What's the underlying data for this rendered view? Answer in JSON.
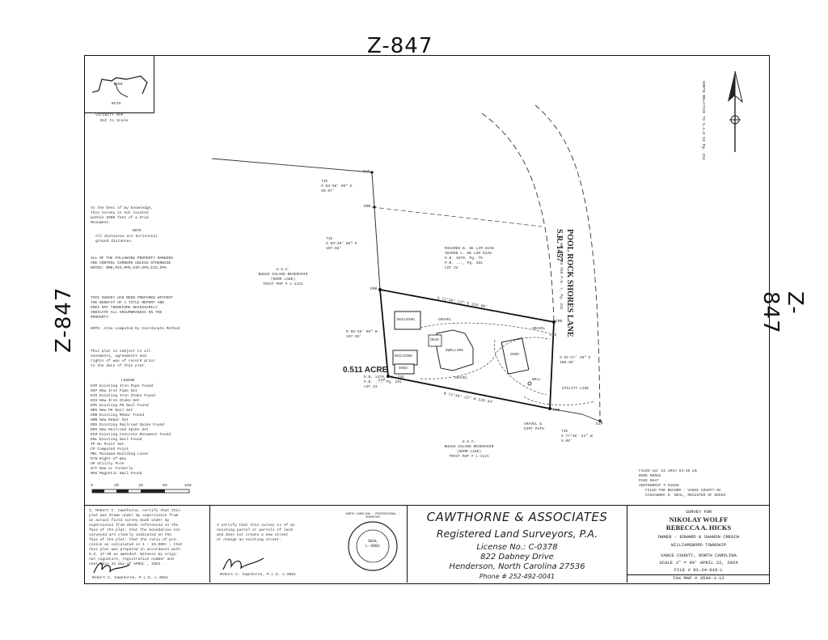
{
  "page_labels": {
    "top": "Z-847",
    "left": "Z-847",
    "right": "Z-847"
  },
  "vicinity": {
    "title": "VICINITY MAP",
    "scale": "Not to Scale",
    "place1": "1560",
    "place2": "BATH"
  },
  "north": {
    "label": "NORTH RELATIVE TO N.A.D 83 Pg. 291"
  },
  "notes": {
    "grid": "To the best of my knowledge,\nthis survey is not located\nwithin 2000 feet of a Grid\nMonument.",
    "note_title": "NOTE",
    "note_body": "All distances are horizontal\nground distances.",
    "markers": "ALL OF THE FOLLOWING PROPERTY MARKERS\nARE CONTROL CORNERS UNLESS OTHERWISE\nNOTED: NRB,MIS,MPK,EIP,EPS,EIS,EPK.",
    "title_report": "THIS SURVEY HAS BEEN PREPARED WITHOUT\nTHE BENEFIT OF A TITLE REPORT AND\nDOES NOT THEREFORE NECESSARILY\nINDICATE ALL ENCUMBRANCES ON THE\nPROPERTY.",
    "area": "NOTE: Area computed by Coordinate Method",
    "subject": "This plat is subject to all\neasements, agreements and\nrights of way of record prior\nto the date of this plat."
  },
  "legend": {
    "title": "LEGEND",
    "items": [
      "EIP  Existing Iron Pipe Found",
      "NIP  New Iron Pipe Set",
      "EIS  Existing Iron Stake Found",
      "NIS  New Iron Stake Set",
      "EPK  Existing PK Nail Found",
      "NPK  New PK Nail Set",
      "ERB  Existing Rebar Found",
      "NRB  New Rebar Set",
      "ERS  Existing Railroad Spike Found",
      "NRS  New Railroad Spike Set",
      "ECM  Existing Concrete Monument Found",
      "ENL  Existing Nail Found",
      "TP   No Point Set",
      "CP   Computed Point",
      "MBL  Minimum Building Lines",
      "R/W  Right-of-Way",
      "UP   Utility Pole",
      "N/F  Now or Formerly",
      "MAG  Magnetic Nail Found"
    ]
  },
  "scale_bar": {
    "ticks": [
      "0",
      "20",
      "40",
      "80",
      "160"
    ]
  },
  "plat": {
    "tie_top": "TIE\nS 03°38' 00\" E\n40.97'",
    "tie_mid": "TIE\nS 03°38' 00\" E\n107.66'",
    "usa_top": "U.S.A.\nBUGGS ISLAND RESERVOIR\n(KERR LAKE)\nTRACT MAP # L-1121",
    "neighbor": "RICARDO B. DE LIM GIAN\nSHARON L. DE LIM GIAN\nD.B. 1070, Pg. 75\nP.B. ..., Pg. 281\nLOT 24",
    "road": "POOL ROCK SHORES LANE\nS.R. 1457",
    "road_rw": "60' R/W AS PER P.B. ?, Pg. 291",
    "north_line": "S 72°48' 13\" E  215.00'",
    "west_line": "N 05°38' 00\" W\n107.65'",
    "east_line": "S 01°27' 10\" E\n100.96'",
    "south_line": "N 72°48' 22\" W  228.44'",
    "acre": "0.511 ACRE",
    "acre_sub": "D.B. 1470, Pg. 734\nP.B. ..., Pg. 291\nLOT 23",
    "b1": "BUILDING",
    "b2": "BUILDING",
    "b3": "SHED",
    "b4": "SHED",
    "dwelling": "DWELLING",
    "deck": "DECK",
    "gravel1": "GRAVEL",
    "gravel2": "GRAVEL",
    "gravel3": "GRAVEL",
    "well": "WELL",
    "utility": "UTILITY LINE",
    "gravel_path": "GRAVEL &\nDIRT PATH",
    "tie_bottom": "TIE\nS 77°46' 22\" W\n5.00'",
    "usa_bottom": "U.S.A.\nBUGGS ISLAND RESERVOIR\n(KERR LAKE)\nTRACT MAP # L-1121",
    "corners": [
      "EIP",
      "ERB",
      "ERB",
      "EIP",
      "ERB",
      "ERB",
      "EIP",
      "EIS"
    ]
  },
  "filing": {
    "filed": "FILED  Apr 22 2024    04:38 pm",
    "book": "BOOK   00992",
    "page": "PAGE   0647",
    "instrument": "INSTRUMENT #  01935",
    "recorder": "FILED FOR RECORD - VANCE COUNTY NC",
    "register": "CASSANDRA D. NEAL, REGISTER OF DEEDS"
  },
  "cert1": {
    "text": "I, Robert C. Cawthorne, certify that this\nplat was drawn under my supervision from\nan actual field survey made under my\nsupervision from deeds referenced on the\nface of the plat; that the boundaries not\nsurveyed are clearly indicated on the\nface of the plat; that the ratio of pre-\ncision as calculated is 1 : 10,000+ ; that\nthis plat was prepared in accordance with\nG.S. 47-30 as amended. Witness my origi-\nnal signature, registration number and\nseal this 22 day of APRIL , 2024 .",
    "signature": "Robert C. Cawthorne, P.L.S.   L-3981"
  },
  "cert2": {
    "text": "I certify that this survey is of an\nexisting parcel or parcels of land\nand does not create a new street\nor change an existing street.",
    "signature": "Robert C. Cawthorne, P.L.S. L-3981"
  },
  "seal": {
    "outer": "NORTH CAROLINA · PROFESSIONAL · SURVEYOR",
    "center": "SEAL\nL-3981"
  },
  "firm": {
    "name": "CAWTHORNE & ASSOCIATES",
    "sub": "Registered Land Surveyors, P.A.",
    "license": "License No.: C-0378",
    "address1": "822 Dabney Drive",
    "address2": "Henderson, North Carolina 27536",
    "phone": "Phone # 252-492-0041"
  },
  "survey_for": {
    "label": "SURVEY    FOR",
    "name1": "NIKOLAY WOLFF",
    "name2": "REBECCA A. HICKS",
    "owner": "OWNER - EDWARD & SHARON CREECH",
    "township": "WILLIAMSBORO TOWNSHIP",
    "county": "VANCE COUNTY, NORTH CAROLINA",
    "scale": "SCALE 1\" = 40'   APRIL 22, 2024",
    "file": "FILE # 91-24-016-L",
    "taxmap": "TAX MAP # 354A-1-12"
  }
}
